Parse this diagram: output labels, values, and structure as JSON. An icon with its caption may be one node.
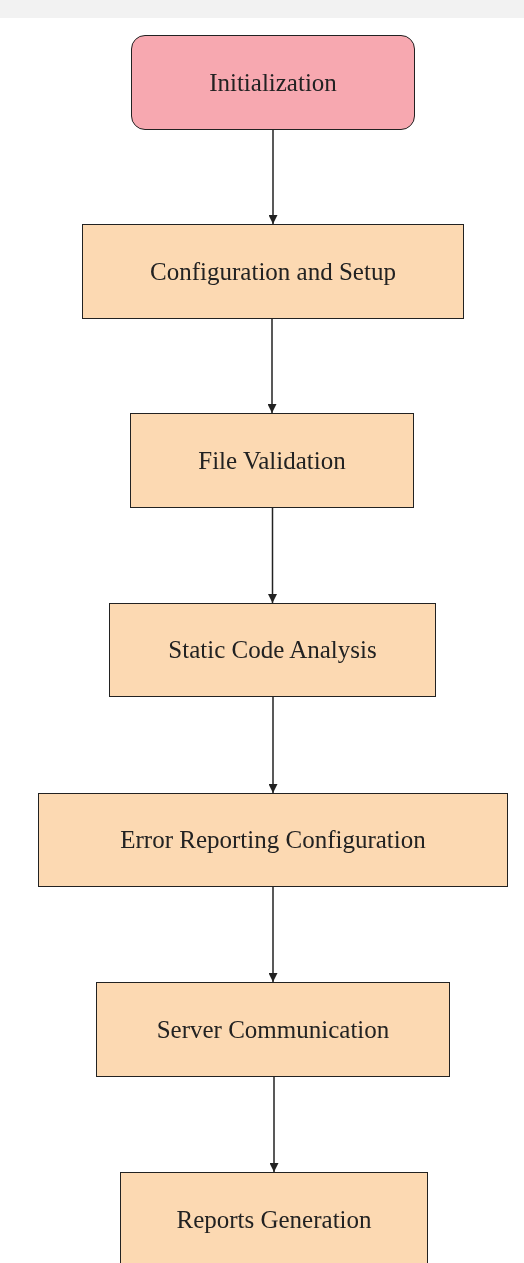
{
  "diagram": {
    "nodes": [
      {
        "text": [
          "Initialization"
        ]
      },
      {
        "text": [
          "Configuration and Setup"
        ]
      },
      {
        "text": [
          "File Validation"
        ]
      },
      {
        "text": [
          "Static Code Analysis"
        ]
      },
      {
        "text": [
          "Error Reporting Configuration"
        ]
      },
      {
        "text": [
          "Server Communication"
        ]
      },
      {
        "text": [
          "Reports Generation"
        ]
      }
    ],
    "edges": [
      {
        "from": 0,
        "to": 1,
        "arrow": "to"
      },
      {
        "from": 1,
        "to": 2,
        "arrow": "to"
      },
      {
        "from": 2,
        "to": 3,
        "arrow": "to"
      },
      {
        "from": 3,
        "to": 4,
        "arrow": "to"
      },
      {
        "from": 4,
        "to": 5,
        "arrow": "to"
      },
      {
        "from": 5,
        "to": 6,
        "arrow": "to"
      }
    ]
  }
}
